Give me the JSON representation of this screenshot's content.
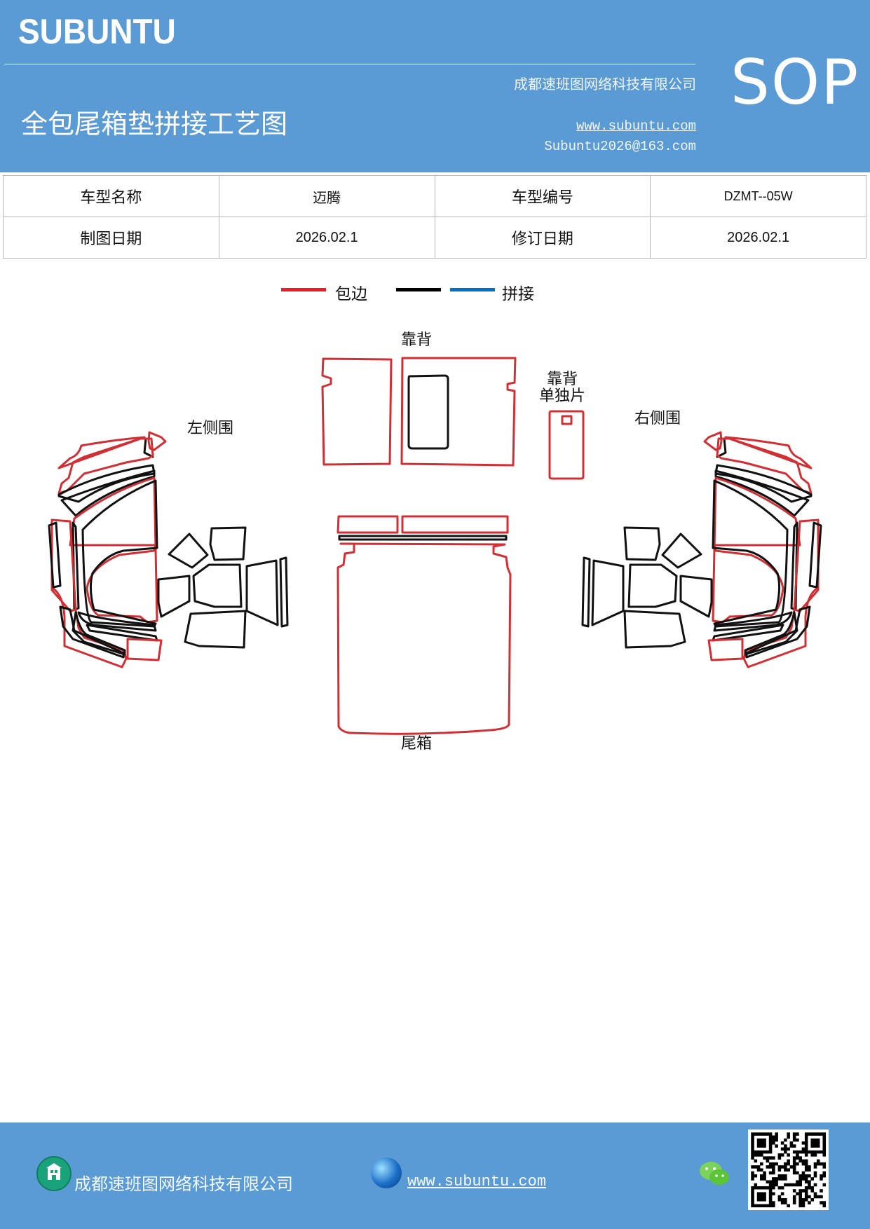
{
  "header": {
    "brand": "SUBUNTU",
    "company": "成都速班图网络科技有限公司",
    "title": "全包尾箱垫拼接工艺图",
    "website": "www.subuntu.com",
    "email": "Subuntu2026@163.com",
    "badge": "SOP"
  },
  "info_table": {
    "rows": [
      {
        "label1": "车型名称",
        "value1": "迈腾",
        "label2": "车型编号",
        "value2": "DZMT--05W"
      },
      {
        "label1": "制图日期",
        "value1": "2026.02.1",
        "label2": "修订日期",
        "value2": "2026.02.1"
      }
    ]
  },
  "legend": {
    "items": [
      {
        "label": "包边",
        "color": "#ee1c24"
      },
      {
        "label": "",
        "color": "#000000"
      },
      {
        "label": "拼接",
        "color": "#0070c0"
      }
    ]
  },
  "diagram": {
    "labels": {
      "backrest": "靠背",
      "backrest_single_line1": "靠背",
      "backrest_single_line2": "单独片",
      "left_side": "左侧围",
      "right_side": "右侧围",
      "trunk": "尾箱"
    },
    "colors": {
      "edge": "#d22f35",
      "seam": "#111111"
    }
  },
  "footer": {
    "company": "成都速班图网络科技有限公司",
    "website": "www.subuntu.com ",
    "icons": [
      "building-icon",
      "globe-icon",
      "wechat-icon",
      "qr-code"
    ]
  }
}
